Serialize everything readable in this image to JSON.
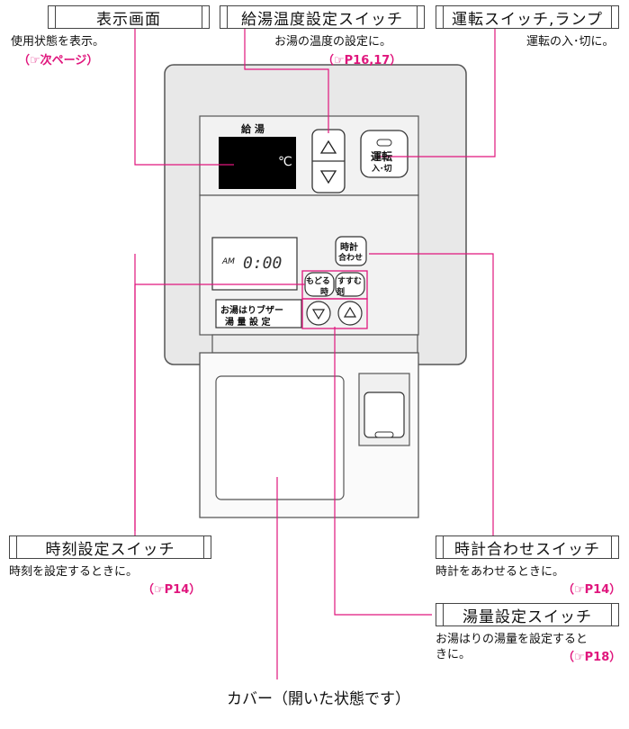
{
  "labels": {
    "display": "表示画面",
    "temp_switch": "給湯温度設定スイッチ",
    "run_switch": "運転スイッチ,ランプ",
    "time_set_switch": "時刻設定スイッチ",
    "clock_switch": "時計合わせスイッチ",
    "volume_switch": "湯量設定スイッチ",
    "cover": "カバー（開いた状態です）"
  },
  "descriptions": {
    "display": "使用状態を表示。",
    "temp_switch": "お湯の温度の設定に。",
    "run_switch": "運転の入･切に。",
    "time_set_switch": "時刻を設定するときに。",
    "clock_switch": "時計をあわせるときに。",
    "volume_switch_line1": "お湯はりの湯量を設定すると",
    "volume_switch_line2": "きに。"
  },
  "refs": {
    "display": "（☞次ページ）",
    "temp_switch": "（☞P16,17）",
    "time_set_switch": "（☞P14）",
    "clock_switch": "（☞P14）",
    "volume_switch": "（☞P18）"
  },
  "device": {
    "supply_label": "給 湯",
    "unit": "℃",
    "run_button_line1": "運転",
    "run_button_line2": "入･切",
    "clock_button_line1": "時計",
    "clock_button_line2": "合わせ",
    "am_label": "AM",
    "time_value": "0:00",
    "back_button": "もどる",
    "forward_button": "すすむ",
    "time_label": "時　刻",
    "buzzer_line1": "お湯はりブザー",
    "buzzer_line2": "湯 量 設 定"
  },
  "colors": {
    "leader_line": "#e0167d",
    "panel": "#e8e8e8",
    "frame": "#555555"
  }
}
